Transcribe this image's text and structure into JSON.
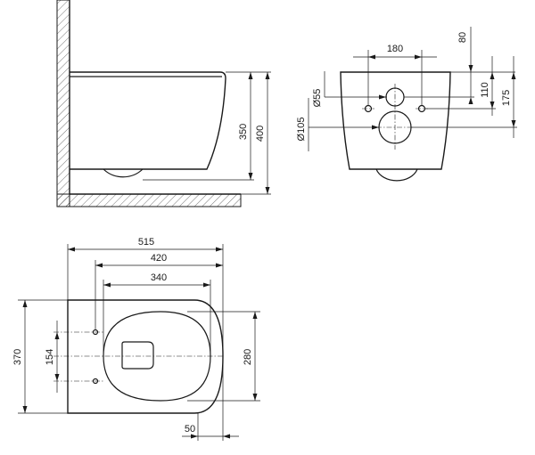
{
  "views": {
    "side": {
      "dim_350": "350",
      "dim_400": "400"
    },
    "rear": {
      "dim_180": "180",
      "dim_80": "80",
      "dim_110": "110",
      "dim_175": "175",
      "dim_d55": "Ø55",
      "dim_d105": "Ø105"
    },
    "top": {
      "dim_515": "515",
      "dim_420": "420",
      "dim_340": "340",
      "dim_370": "370",
      "dim_154": "154",
      "dim_280": "280",
      "dim_50": "50"
    }
  }
}
